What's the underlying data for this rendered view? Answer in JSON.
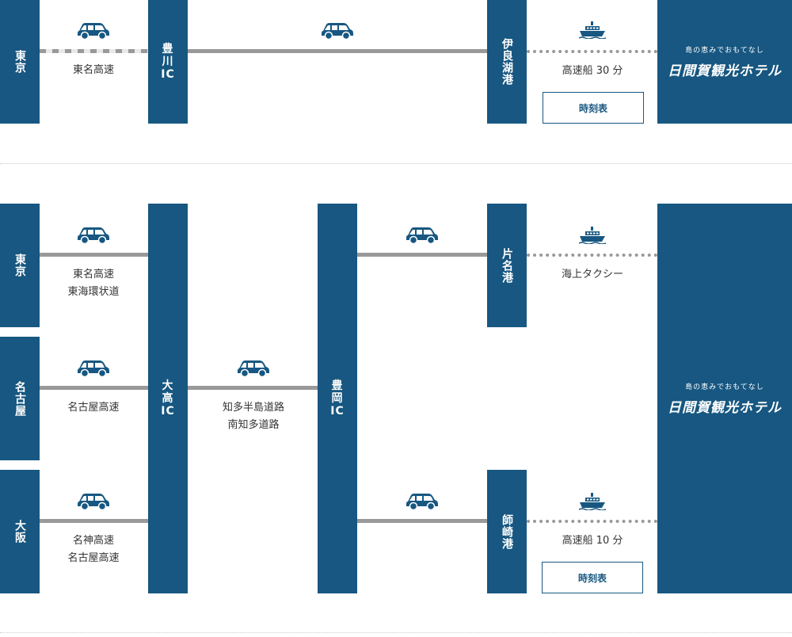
{
  "colors": {
    "accent": "#175781",
    "line": "#999999"
  },
  "route1": {
    "stations": [
      "東京",
      "豊川IC",
      "伊良湖港"
    ],
    "legs": [
      "東名高速",
      "",
      "高速船 30 分"
    ],
    "timetable_label": "時刻表",
    "hotel_tagline": "島の恵みでおもてなし",
    "hotel_name": "日間賀観光ホテル"
  },
  "route2": {
    "origins": [
      "東京",
      "名古屋",
      "大阪"
    ],
    "origin_legs": [
      "東名高速\n東海環状道",
      "名古屋高速",
      "名神高速\n名古屋高速"
    ],
    "junction": "大高IC",
    "middle_leg": "知多半島道路\n南知多道路",
    "ic2": "豊岡IC",
    "ports": [
      "片名港",
      "師崎港"
    ],
    "port_legs": [
      "海上タクシー",
      "高速船 10 分"
    ],
    "timetable_label": "時刻表",
    "hotel_tagline": "島の恵みでおもてなし",
    "hotel_name": "日間賀観光ホテル"
  },
  "icons": [
    "car-icon",
    "ship-icon"
  ]
}
